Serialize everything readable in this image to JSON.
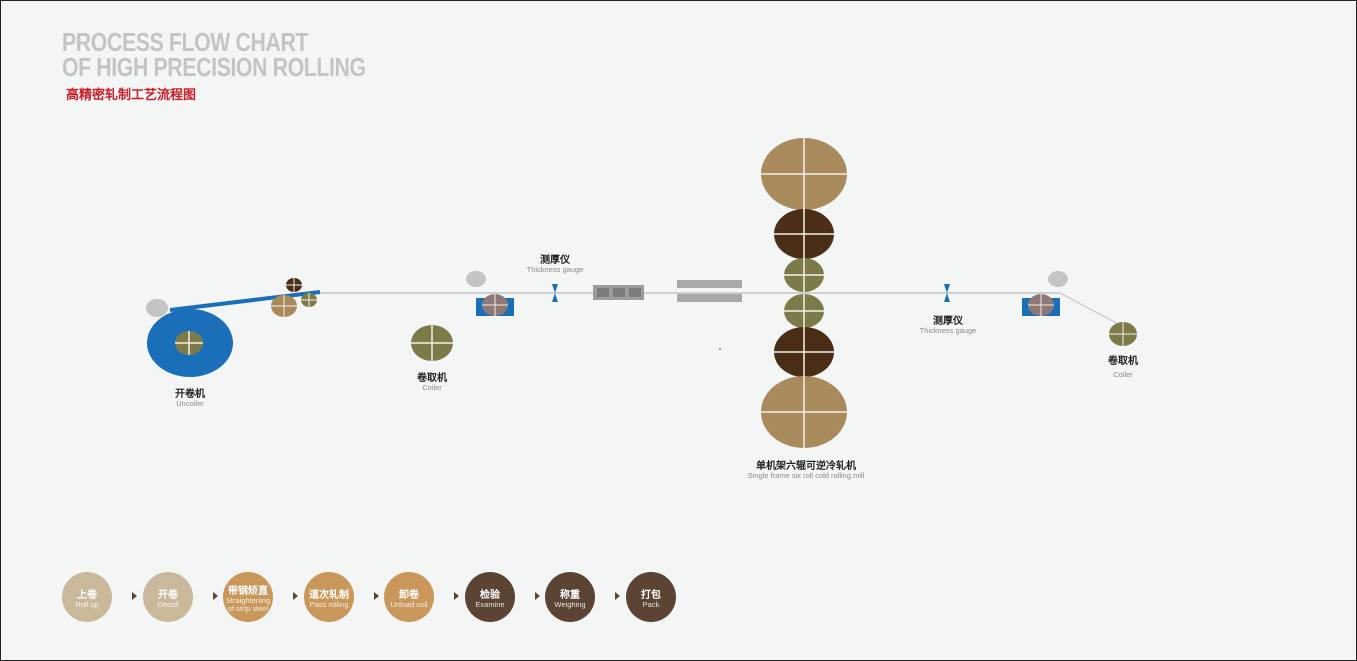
{
  "header": {
    "title_line1": "PROCESS FLOW CHART",
    "title_line2": "OF HIGH PRECISION ROLLING",
    "subtitle": "高精密轧制工艺流程图"
  },
  "diagram": {
    "uncoiler": {
      "cn": "开卷机",
      "en": "Uncoiler"
    },
    "coiler_left": {
      "cn": "卷取机",
      "en": "Coiler"
    },
    "gauge_left": {
      "cn": "测厚仪",
      "en": "Thickness gauge"
    },
    "mill": {
      "cn": "单机架六辊可逆冷轧机",
      "en": "Single frame six roll cold rolling mill"
    },
    "gauge_right": {
      "cn": "测厚仪",
      "en": "Thickness gauge"
    },
    "coiler_right": {
      "cn": "卷取机",
      "en": "Coiler"
    }
  },
  "colors": {
    "strip": "#1a6fb8",
    "light": "#c9b99a",
    "orange": "#c9975a",
    "dark": "#5b4434",
    "roll_large": "#a88a5c",
    "roll_dark": "#4a2e17",
    "roll_olive": "#7d7a4a"
  },
  "steps": [
    {
      "cn": "上卷",
      "en": "Roll up"
    },
    {
      "cn": "开卷",
      "en": "Decoil"
    },
    {
      "cn": "带钢矫直",
      "en": "Straightening of strip steel"
    },
    {
      "cn": "道次轧制",
      "en": "Pass rolling"
    },
    {
      "cn": "卸卷",
      "en": "Unload coil"
    },
    {
      "cn": "检验",
      "en": "Examine"
    },
    {
      "cn": "称重",
      "en": "Weighing"
    },
    {
      "cn": "打包",
      "en": "Pack"
    }
  ]
}
